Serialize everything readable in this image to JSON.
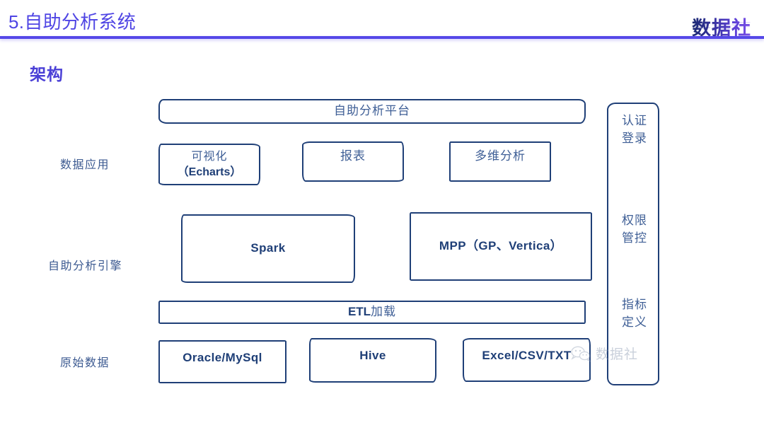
{
  "header": {
    "title": "5.自助分析系统",
    "brand": "数据社",
    "accent_color": "#4f45e4",
    "rule_color": "#5548e8"
  },
  "section": {
    "heading": "架构",
    "heading_color": "#4a3fd6"
  },
  "diagram": {
    "box_border_color": "#1f3f77",
    "cn_text_color": "#3f5f96",
    "en_text_color": "#1f3f77",
    "row_labels": [
      {
        "key": "data_application",
        "label": "数据应用"
      },
      {
        "key": "analysis_engine",
        "label": "自助分析引擎"
      },
      {
        "key": "raw_data",
        "label": "原始数据"
      }
    ],
    "platform_bar": {
      "label": "自助分析平台"
    },
    "application_boxes": [
      {
        "key": "visualization",
        "line1": "可视化",
        "line2": "（Echarts）"
      },
      {
        "key": "report",
        "label": "报表"
      },
      {
        "key": "olap",
        "label": "多维分析"
      }
    ],
    "engine_boxes": [
      {
        "key": "spark",
        "label": "Spark"
      },
      {
        "key": "mpp",
        "label": "MPP（GP、Vertica）"
      }
    ],
    "etl_bar": {
      "label_strong": "ETL",
      "label_cn": "加载"
    },
    "raw_data_boxes": [
      {
        "key": "oracle_mysql",
        "label": "Oracle/MySql"
      },
      {
        "key": "hive",
        "label": "Hive"
      },
      {
        "key": "excel_csv_txt",
        "label": "Excel/CSV/TXT"
      }
    ],
    "side_bar_items": [
      {
        "key": "auth_login",
        "line1": "认证",
        "line2": "登录"
      },
      {
        "key": "permission_control",
        "line1": "权限",
        "line2": "管控"
      },
      {
        "key": "metric_definition",
        "line1": "指标",
        "line2": "定义"
      }
    ]
  },
  "watermark": {
    "text": "数据社",
    "icon": "wechat-icon"
  }
}
